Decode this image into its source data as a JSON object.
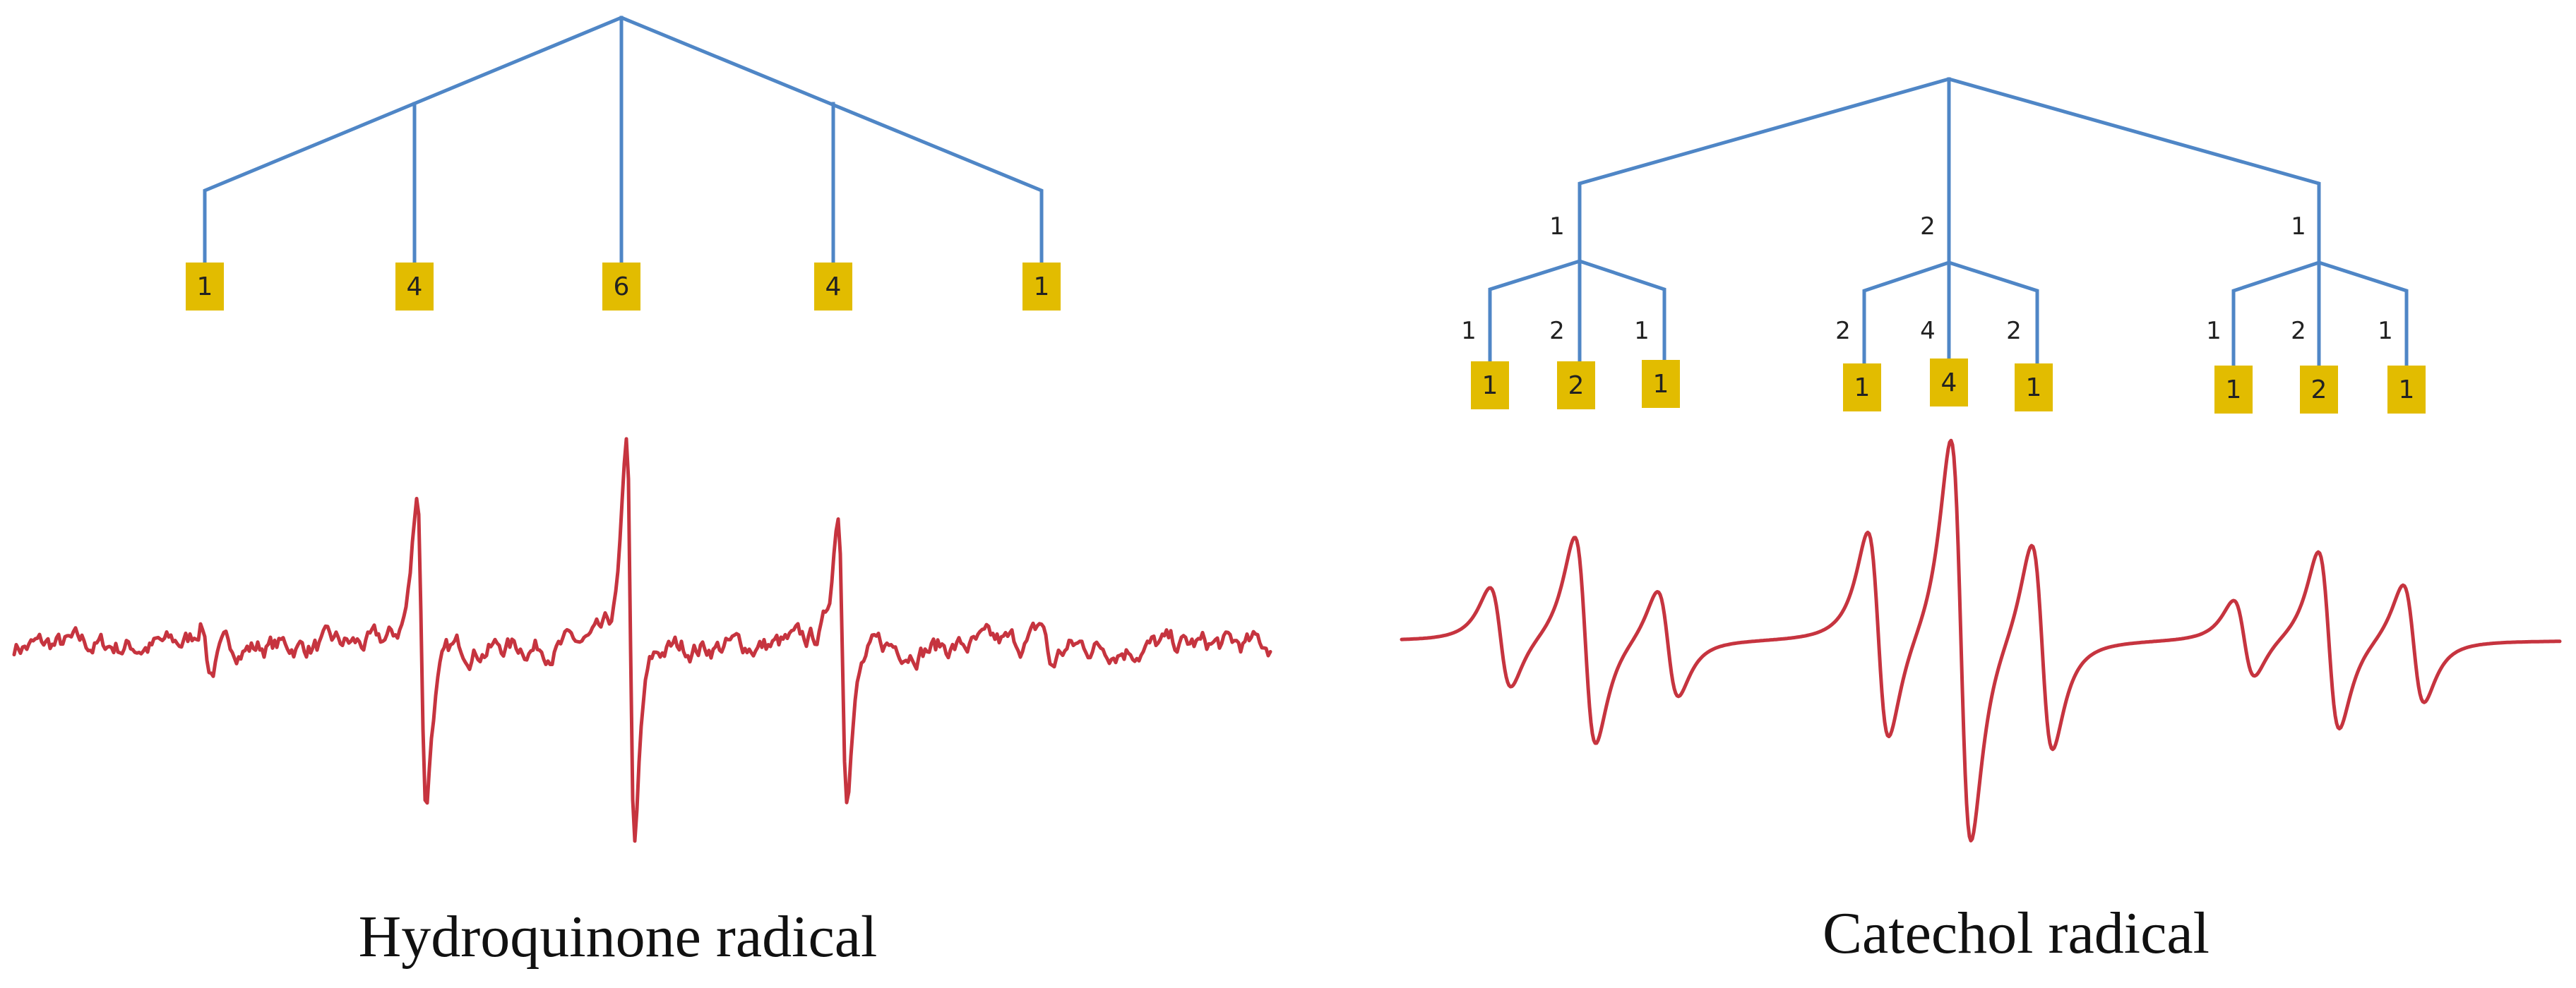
{
  "colors": {
    "tree": "#4f86c6",
    "box": "#e2bc00",
    "spectrum": "#c6343f",
    "text": "#222222"
  },
  "panels": [
    {
      "caption": "Hydroquinone radical",
      "peaks": [
        "1",
        "4",
        "6",
        "4",
        "1"
      ]
    },
    {
      "caption": "Catechol radical",
      "groups": [
        {
          "label": "1",
          "sublabels": [
            "1",
            "2",
            "1"
          ],
          "peaks": [
            "1",
            "2",
            "1"
          ]
        },
        {
          "label": "2",
          "sublabels": [
            "2",
            "4",
            "2"
          ],
          "peaks": [
            "1",
            "4",
            "1"
          ]
        },
        {
          "label": "1",
          "sublabels": [
            "1",
            "2",
            "1"
          ],
          "peaks": [
            "1",
            "2",
            "1"
          ]
        }
      ]
    }
  ]
}
